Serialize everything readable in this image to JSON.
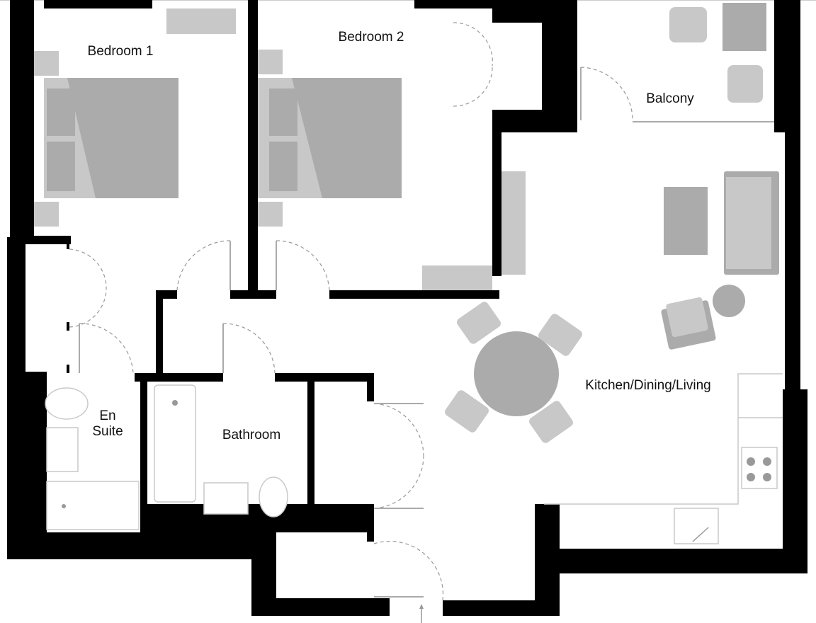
{
  "title": "Two bedroom apartment floor plan",
  "rooms": {
    "bedroom1": "Bedroom 1",
    "bedroom2": "Bedroom 2",
    "balcony": "Balcony",
    "kitchen": "Kitchen/Dining/Living",
    "ensuite": "En\nSuite",
    "bathroom": "Bathroom"
  },
  "colors": {
    "wall": "#000000",
    "furniture": "#c8c8c8",
    "furniture_dark": "#ababab",
    "door_swing": "#999999"
  }
}
